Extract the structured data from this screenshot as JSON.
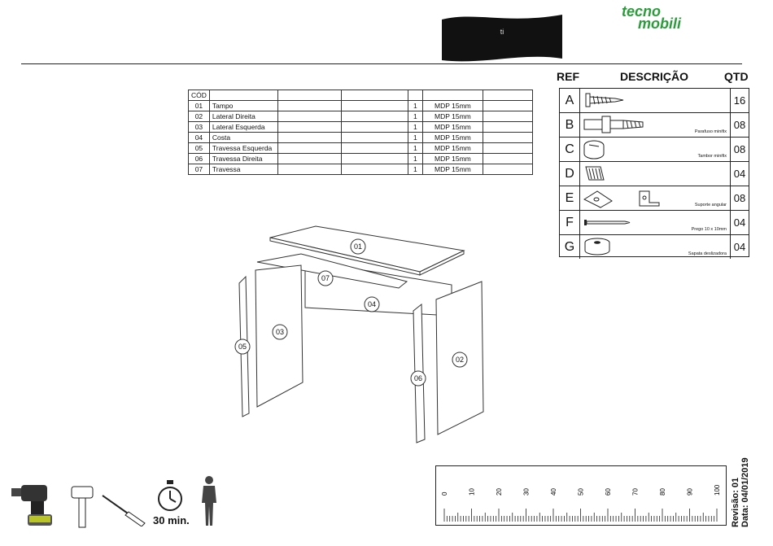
{
  "header": {
    "banner_text": "ti",
    "logo_top": "tecno",
    "logo_bottom": "mobili"
  },
  "parts_table": {
    "header_code": "CÓD",
    "rows": [
      {
        "code": "01",
        "name": "Tampo",
        "qty": "1",
        "material": "MDP 15mm"
      },
      {
        "code": "02",
        "name": "Lateral Direita",
        "qty": "1",
        "material": "MDP 15mm"
      },
      {
        "code": "03",
        "name": "Lateral Esquerda",
        "qty": "1",
        "material": "MDP 15mm"
      },
      {
        "code": "04",
        "name": "Costa",
        "qty": "1",
        "material": "MDP 15mm"
      },
      {
        "code": "05",
        "name": "Travessa Esquerda",
        "qty": "1",
        "material": "MDP 15mm"
      },
      {
        "code": "06",
        "name": "Travessa Direita",
        "qty": "1",
        "material": "MDP 15mm"
      },
      {
        "code": "07",
        "name": "Travessa",
        "qty": "1",
        "material": "MDP 15mm"
      }
    ]
  },
  "hardware": {
    "col_ref": "REF",
    "col_desc": "DESCRIÇÃO",
    "col_qty": "QTD",
    "rows": [
      {
        "ref": "A",
        "name": "",
        "qty": "16",
        "icon": "screw-icon"
      },
      {
        "ref": "B",
        "name": "Parafuso minifix",
        "qty": "08",
        "icon": "minifix-bolt-icon"
      },
      {
        "ref": "C",
        "name": "Tambor minifix",
        "qty": "08",
        "icon": "minifix-cam-icon"
      },
      {
        "ref": "D",
        "name": "",
        "qty": "04",
        "icon": "dowel-icon"
      },
      {
        "ref": "E",
        "name": "Suporte angular",
        "qty": "08",
        "icon": "angle-bracket-icon"
      },
      {
        "ref": "F",
        "name": "Prego 10 x 10mm",
        "qty": "04",
        "icon": "nail-icon"
      },
      {
        "ref": "G",
        "name": "Sapata deslizadora",
        "qty": "04",
        "icon": "glide-foot-icon"
      }
    ]
  },
  "diagram_labels": [
    "01",
    "02",
    "03",
    "04",
    "05",
    "06",
    "07"
  ],
  "ruler": {
    "labels": [
      "0",
      "10",
      "20",
      "30",
      "40",
      "50",
      "60",
      "70",
      "80",
      "90",
      "100"
    ]
  },
  "footer": {
    "time": "30 min.",
    "revision": "Revisão: 01",
    "date": "Data: 04/01/2019",
    "tools": [
      "drill-icon",
      "hammer-icon",
      "screwdriver-icon",
      "stopwatch-icon",
      "person-icon"
    ]
  }
}
